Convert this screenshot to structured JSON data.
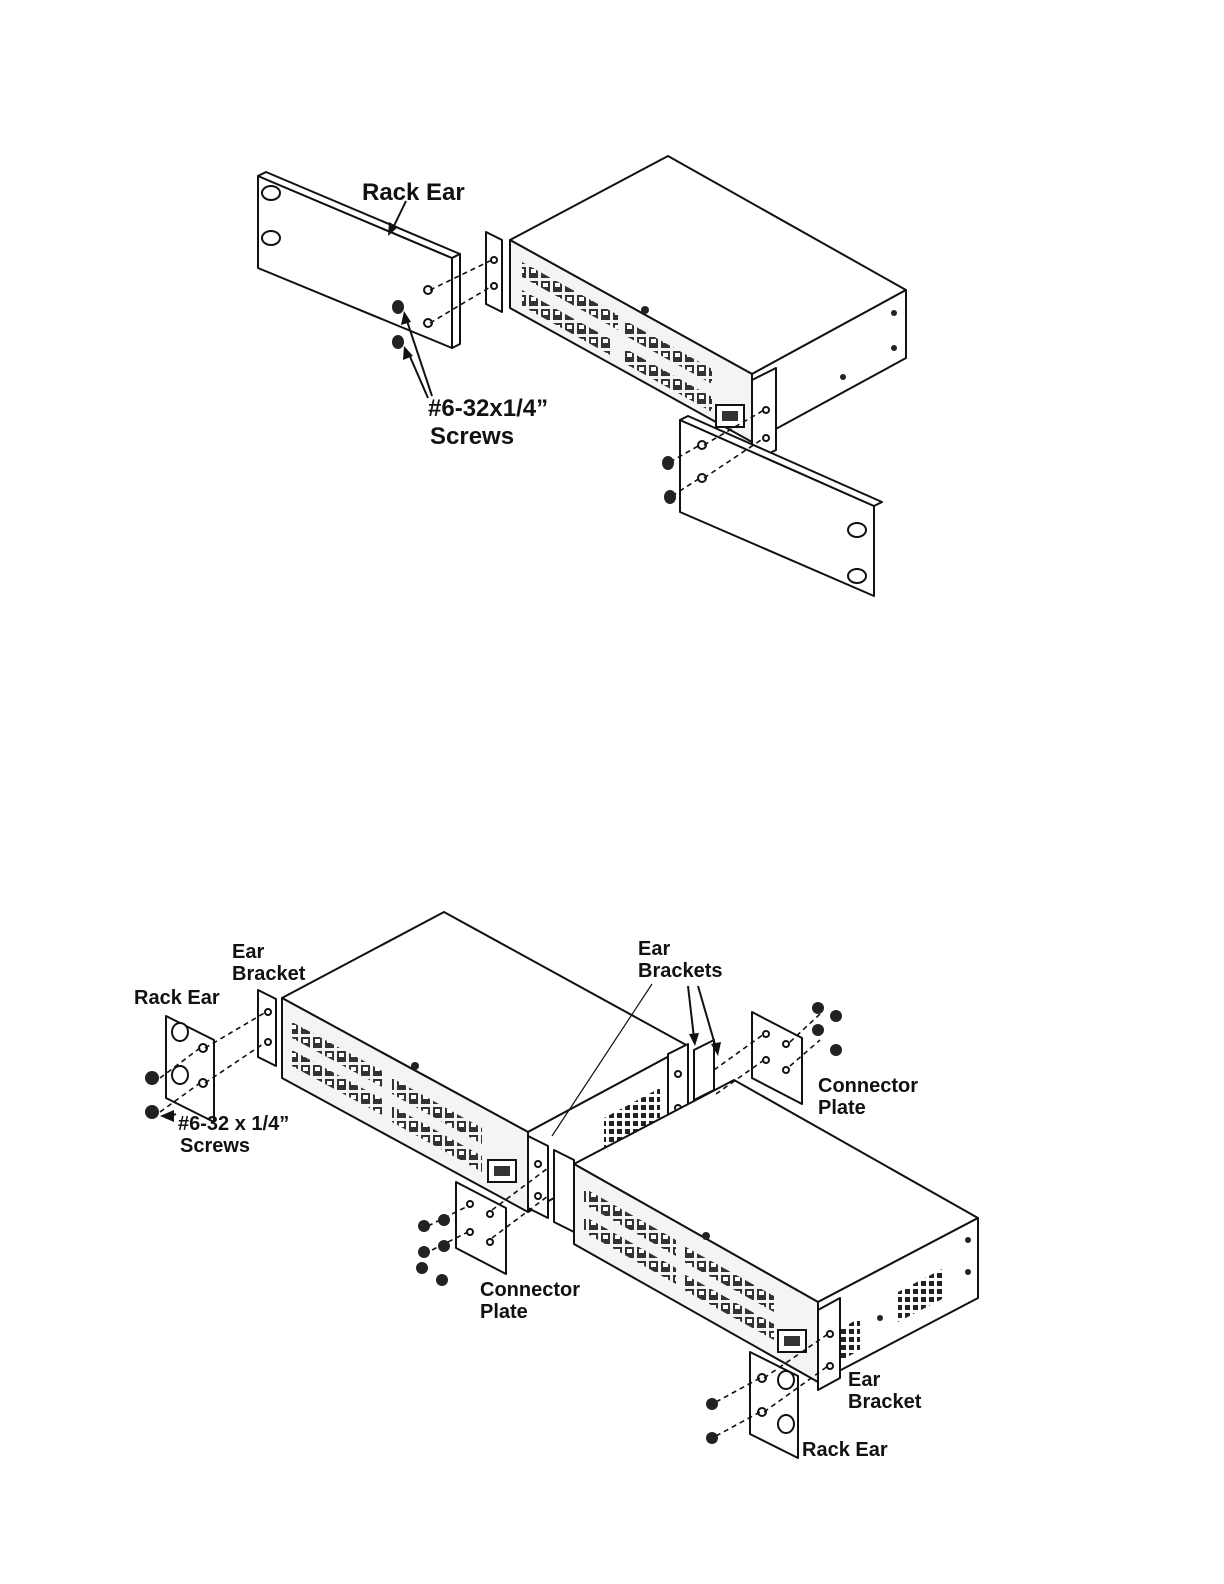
{
  "diagram_top": {
    "rack_ear_label": "Rack Ear",
    "screws_label_line1": "#6-32x1/4”",
    "screws_label_line2": "Screws"
  },
  "diagram_bottom": {
    "ear_bracket_left_line1": "Ear",
    "ear_bracket_left_line2": "Bracket",
    "rack_ear_left": "Rack Ear",
    "screws_line1": "#6-32 x 1/4”",
    "screws_line2": "Screws",
    "ear_brackets_line1": "Ear",
    "ear_brackets_line2": "Brackets",
    "connector_plate_right_line1": "Connector",
    "connector_plate_right_line2": "Plate",
    "connector_plate_bottom_line1": "Connector",
    "connector_plate_bottom_line2": "Plate",
    "ear_bracket_right_line1": "Ear",
    "ear_bracket_right_line2": "Bracket",
    "rack_ear_right": "Rack Ear"
  }
}
